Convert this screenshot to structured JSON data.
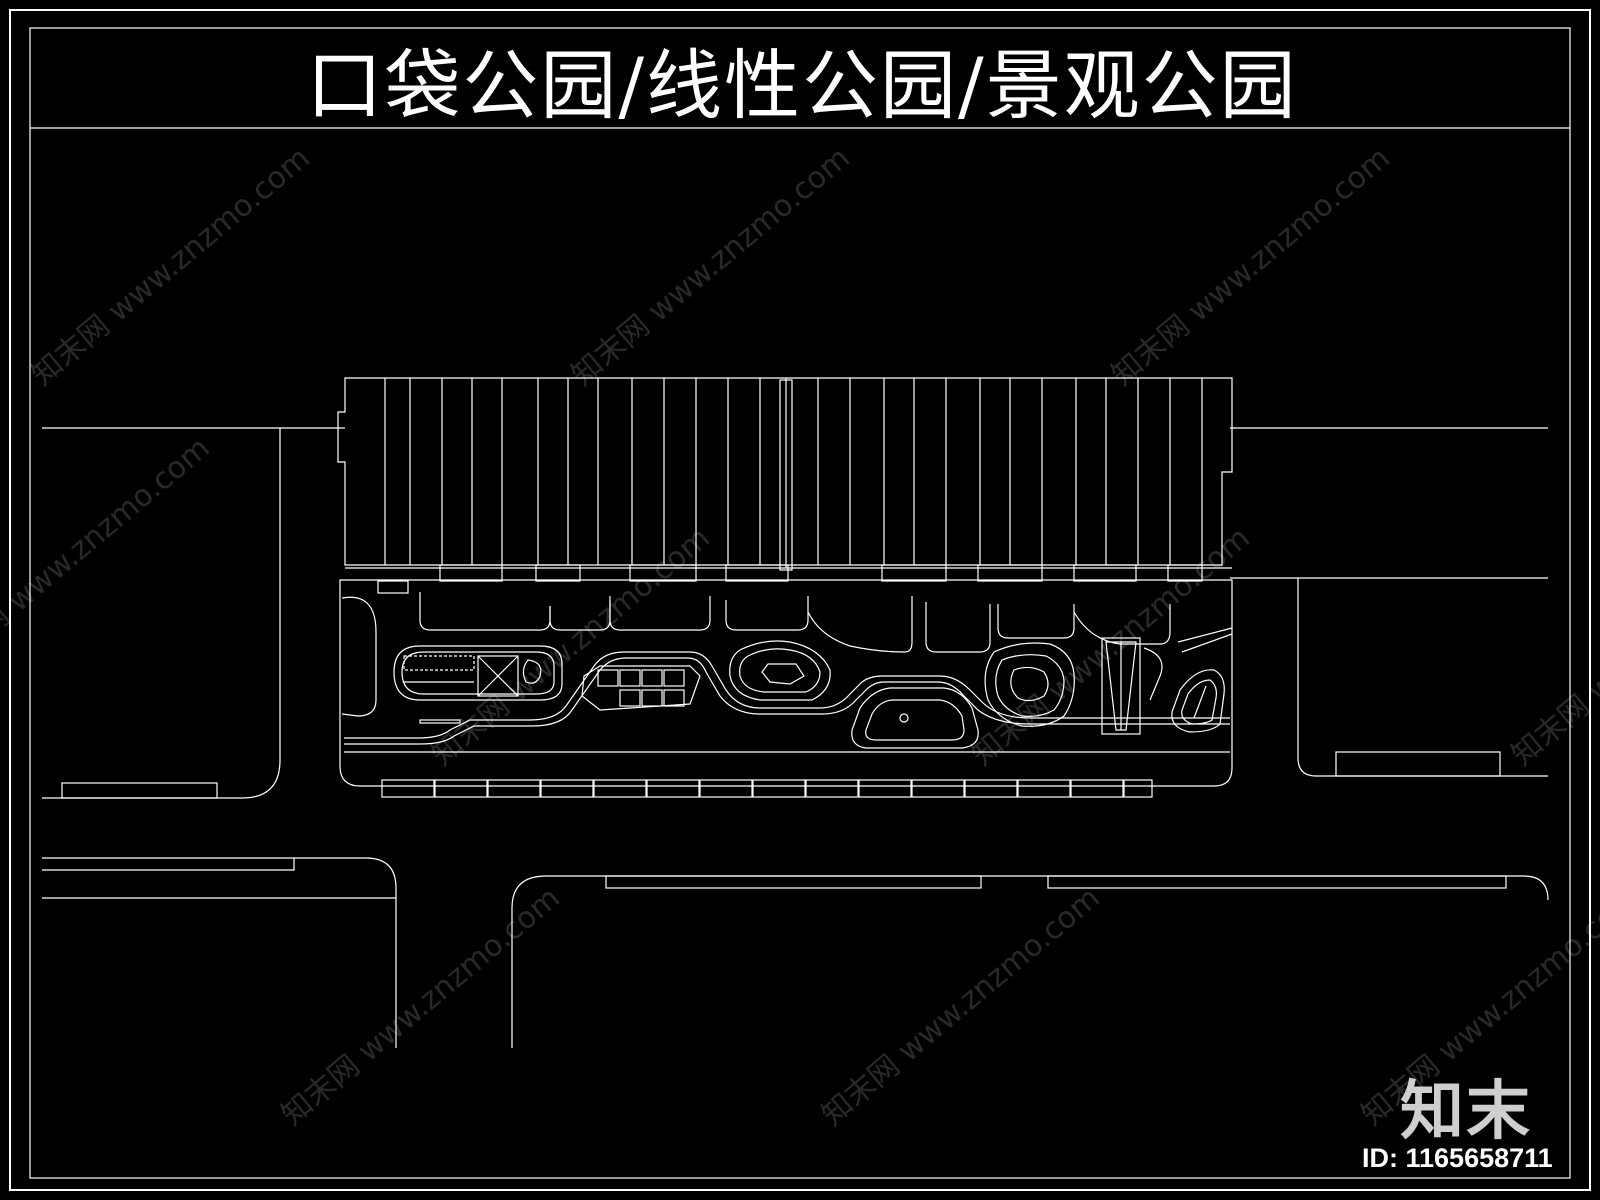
{
  "title": "口袋公园/线性公园/景观公园",
  "watermark": "知末网 www.znzmo.com",
  "logo": "知末",
  "id_label": "ID: 1165658711",
  "colors": {
    "background": "#000000",
    "line": "#ffffff"
  }
}
